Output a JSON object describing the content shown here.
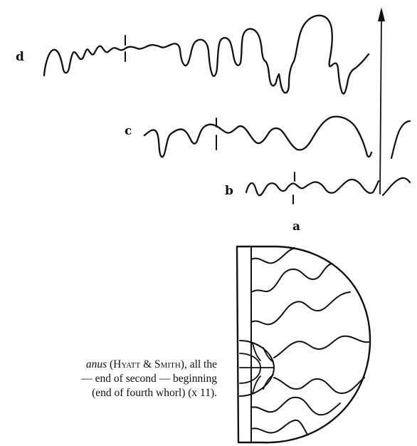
{
  "labels": {
    "d": "d",
    "c": "c",
    "b": "b",
    "a": "a"
  },
  "caption": {
    "line1_italic": "anus",
    "line1_open": " (",
    "line1_author": "Hyatt & Smith",
    "line1_rest": "), all the",
    "line2": "— end of second — beginning",
    "line3": "(end of fourth whorl) (x 11)."
  }
}
